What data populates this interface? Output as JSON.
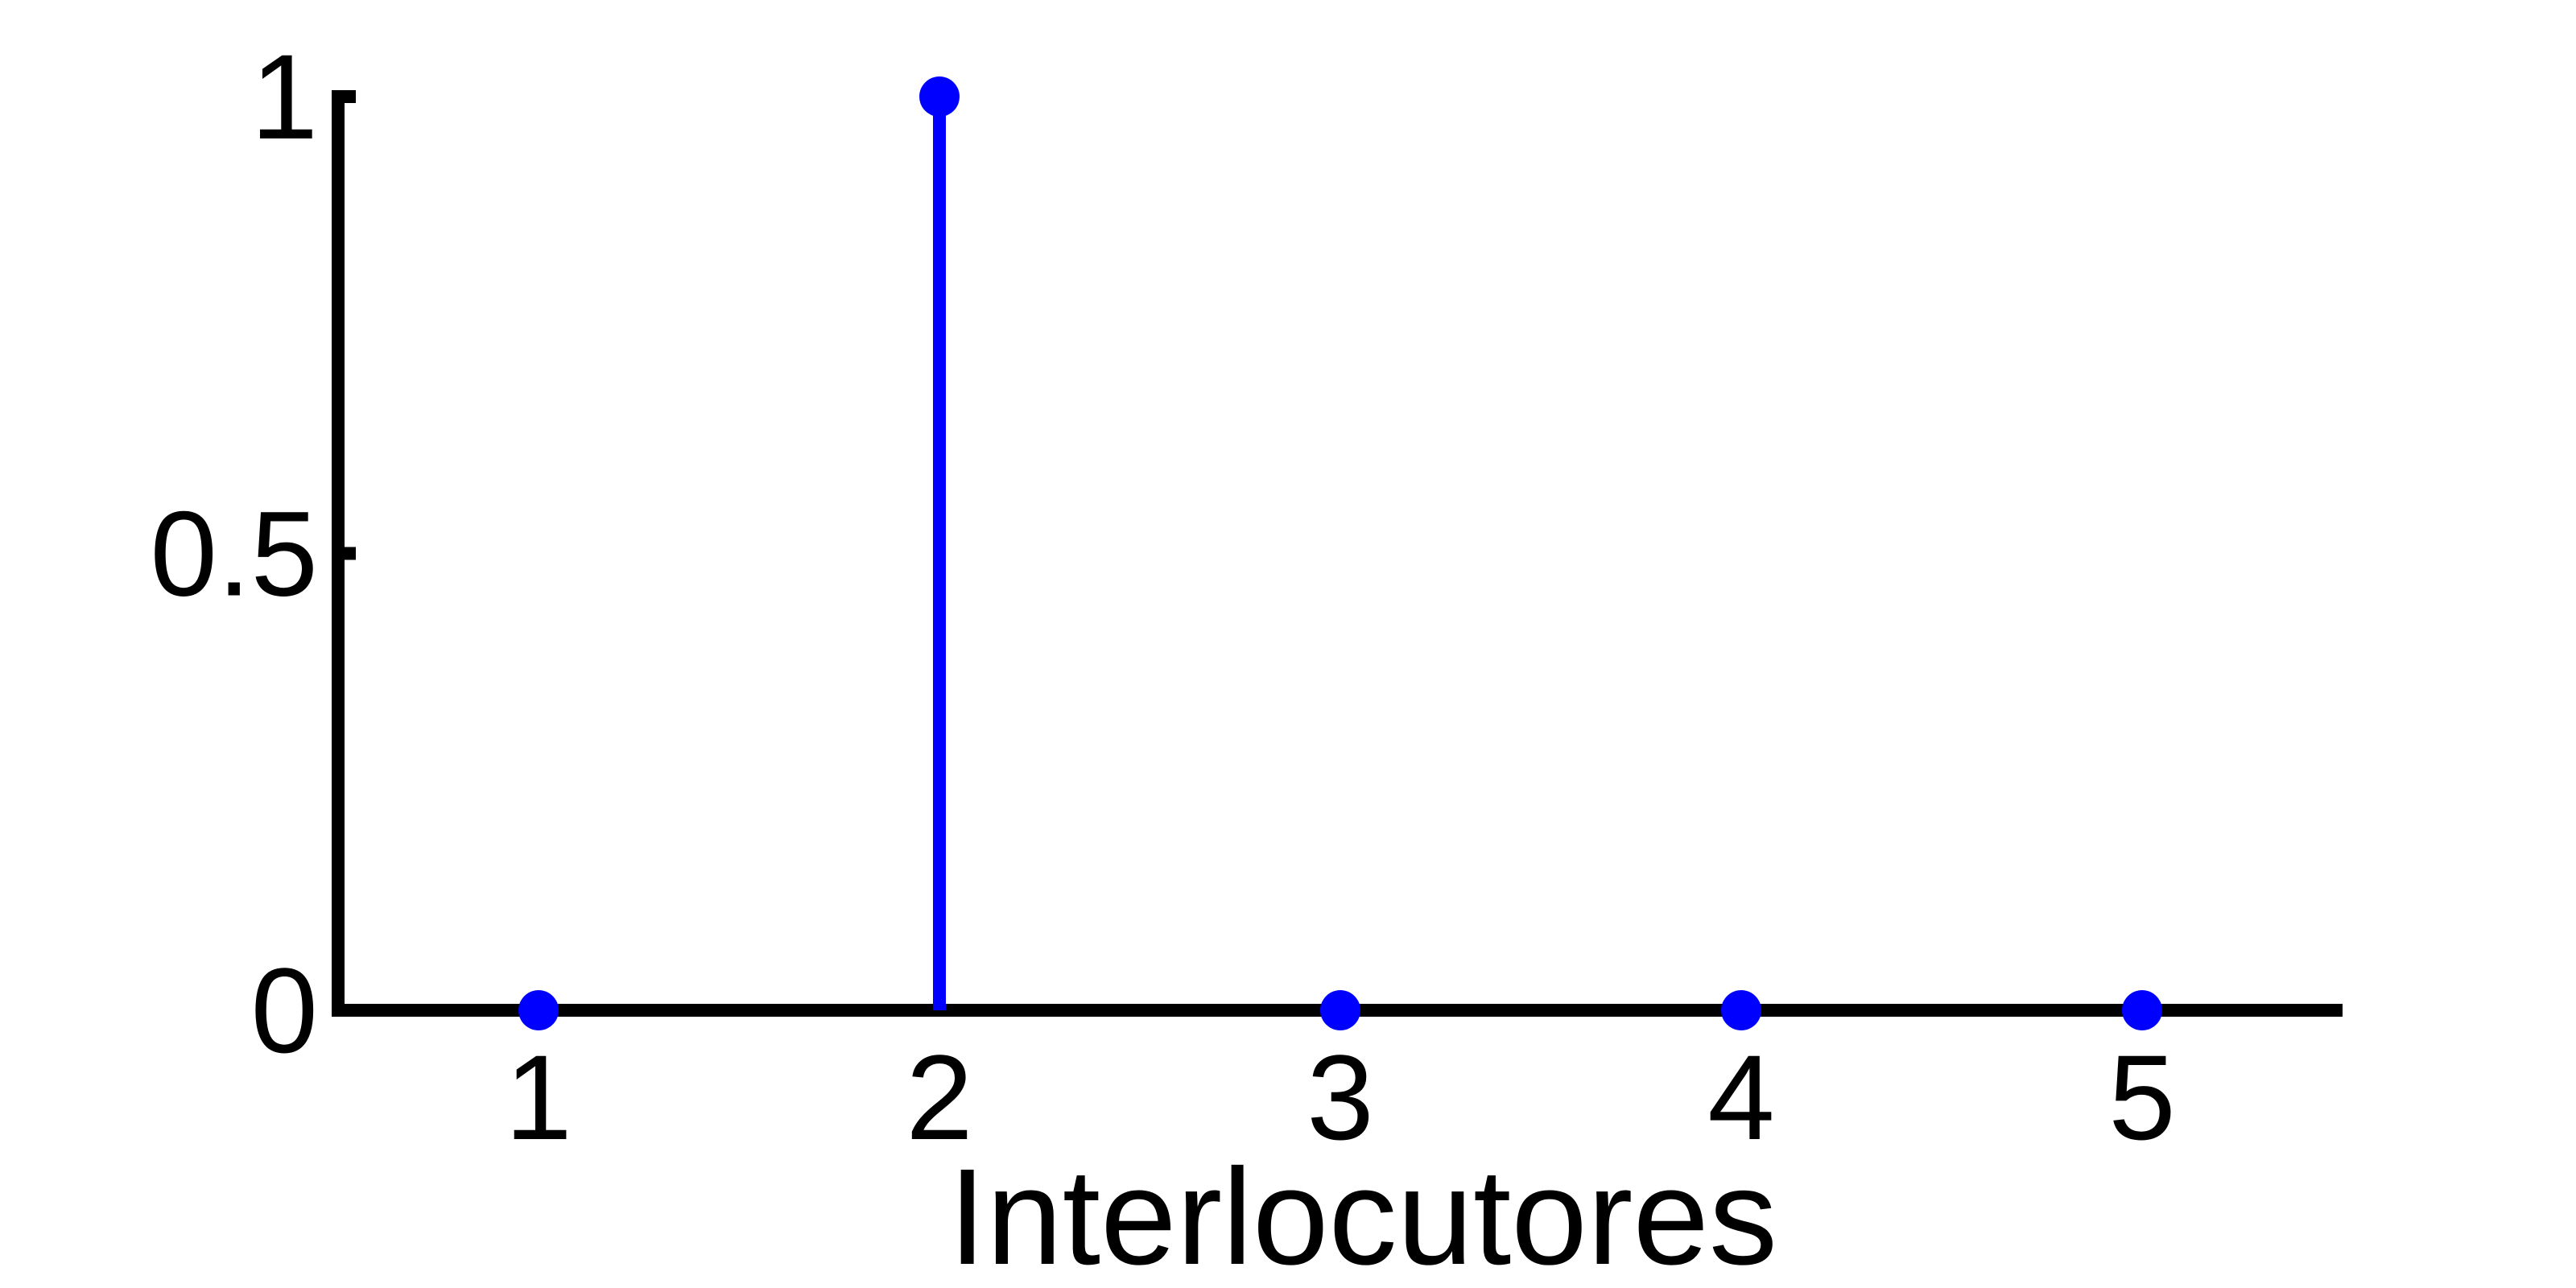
{
  "chart_data": {
    "type": "stem",
    "title": "",
    "xlabel": "Interlocutores",
    "ylabel": "",
    "x": [
      1,
      2,
      3,
      4,
      5
    ],
    "values": [
      0,
      1,
      0,
      0,
      0
    ],
    "xlim": [
      0.5,
      5.5
    ],
    "ylim": [
      0,
      1
    ],
    "xticks": [
      "1",
      "2",
      "3",
      "4",
      "5"
    ],
    "yticks": [
      "0",
      "0.5",
      "1"
    ],
    "grid": false,
    "colors": {
      "series": "#0000ff",
      "axis": "#000000"
    }
  }
}
